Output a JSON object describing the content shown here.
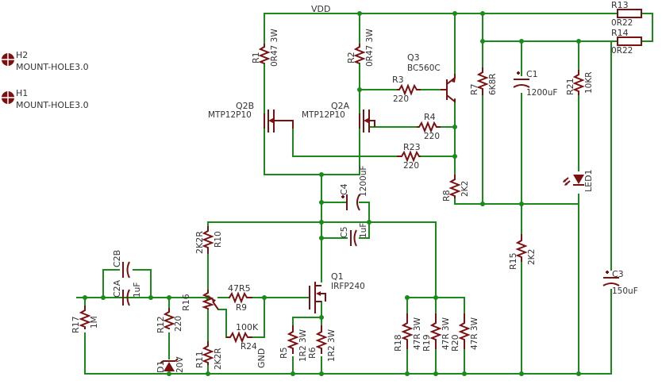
{
  "nets": {
    "vdd": "VDD",
    "gnd": "GND"
  },
  "colors": {
    "wire": "#1a8a1a",
    "component": "#7a1010",
    "text": "#333333",
    "background": "#ffffff"
  },
  "mounts": [
    {
      "name": "H2",
      "value": "MOUNT-HOLE3.0"
    },
    {
      "name": "H1",
      "value": "MOUNT-HOLE3.0"
    }
  ],
  "resistors": {
    "R1": {
      "name": "R1",
      "value": "0R47 3W"
    },
    "R2": {
      "name": "R2",
      "value": "0R47 3W"
    },
    "R3": {
      "name": "R3",
      "value": "220"
    },
    "R4": {
      "name": "R4",
      "value": "220"
    },
    "R23": {
      "name": "R23",
      "value": "220"
    },
    "R7": {
      "name": "R7",
      "value": "6K8R"
    },
    "R21": {
      "name": "R21",
      "value": "10KR"
    },
    "R13": {
      "name": "R13",
      "value": "0R22"
    },
    "R14": {
      "name": "R14",
      "value": "0R22"
    },
    "R8": {
      "name": "R8",
      "value": "2K2"
    },
    "R15": {
      "name": "R15",
      "value": "2K2"
    },
    "R10": {
      "name": "R10",
      "value": "2K2R"
    },
    "R11": {
      "name": "R11",
      "value": "2K2R"
    },
    "R9": {
      "name": "R9",
      "value": "47R5"
    },
    "R24": {
      "name": "R24",
      "value": "100K"
    },
    "R16": {
      "name": "R16",
      "value": ""
    },
    "R17": {
      "name": "R17",
      "value": "1M"
    },
    "R12": {
      "name": "R12",
      "value": "220"
    },
    "R5": {
      "name": "R5",
      "value": "1R2 3W"
    },
    "R6": {
      "name": "R6",
      "value": "1R2 3W"
    },
    "R18": {
      "name": "R18",
      "value": "47R 3W"
    },
    "R19": {
      "name": "R19",
      "value": "47R 3W"
    },
    "R20": {
      "name": "R20",
      "value": "47R 3W"
    }
  },
  "capacitors": {
    "C1": {
      "name": "C1",
      "value": "1200uF"
    },
    "C3": {
      "name": "C3",
      "value": "150uF"
    },
    "C4": {
      "name": "C4",
      "value": "1200uF"
    },
    "C5": {
      "name": "C5",
      "value": "1uF"
    },
    "C2A": {
      "name": "C2A",
      "value": "1uF"
    },
    "C2B": {
      "name": "C2B",
      "value": ""
    }
  },
  "transistors": {
    "Q1": {
      "name": "Q1",
      "value": "IRFP240"
    },
    "Q2A": {
      "name": "Q2A",
      "value": "MTP12P10"
    },
    "Q2B": {
      "name": "Q2B",
      "value": "MTP12P10"
    },
    "Q3": {
      "name": "Q3",
      "value": "BC560C"
    }
  },
  "diodes": {
    "D1": {
      "name": "D1",
      "value": "20V"
    },
    "LED1": {
      "name": "LED1",
      "value": ""
    }
  }
}
